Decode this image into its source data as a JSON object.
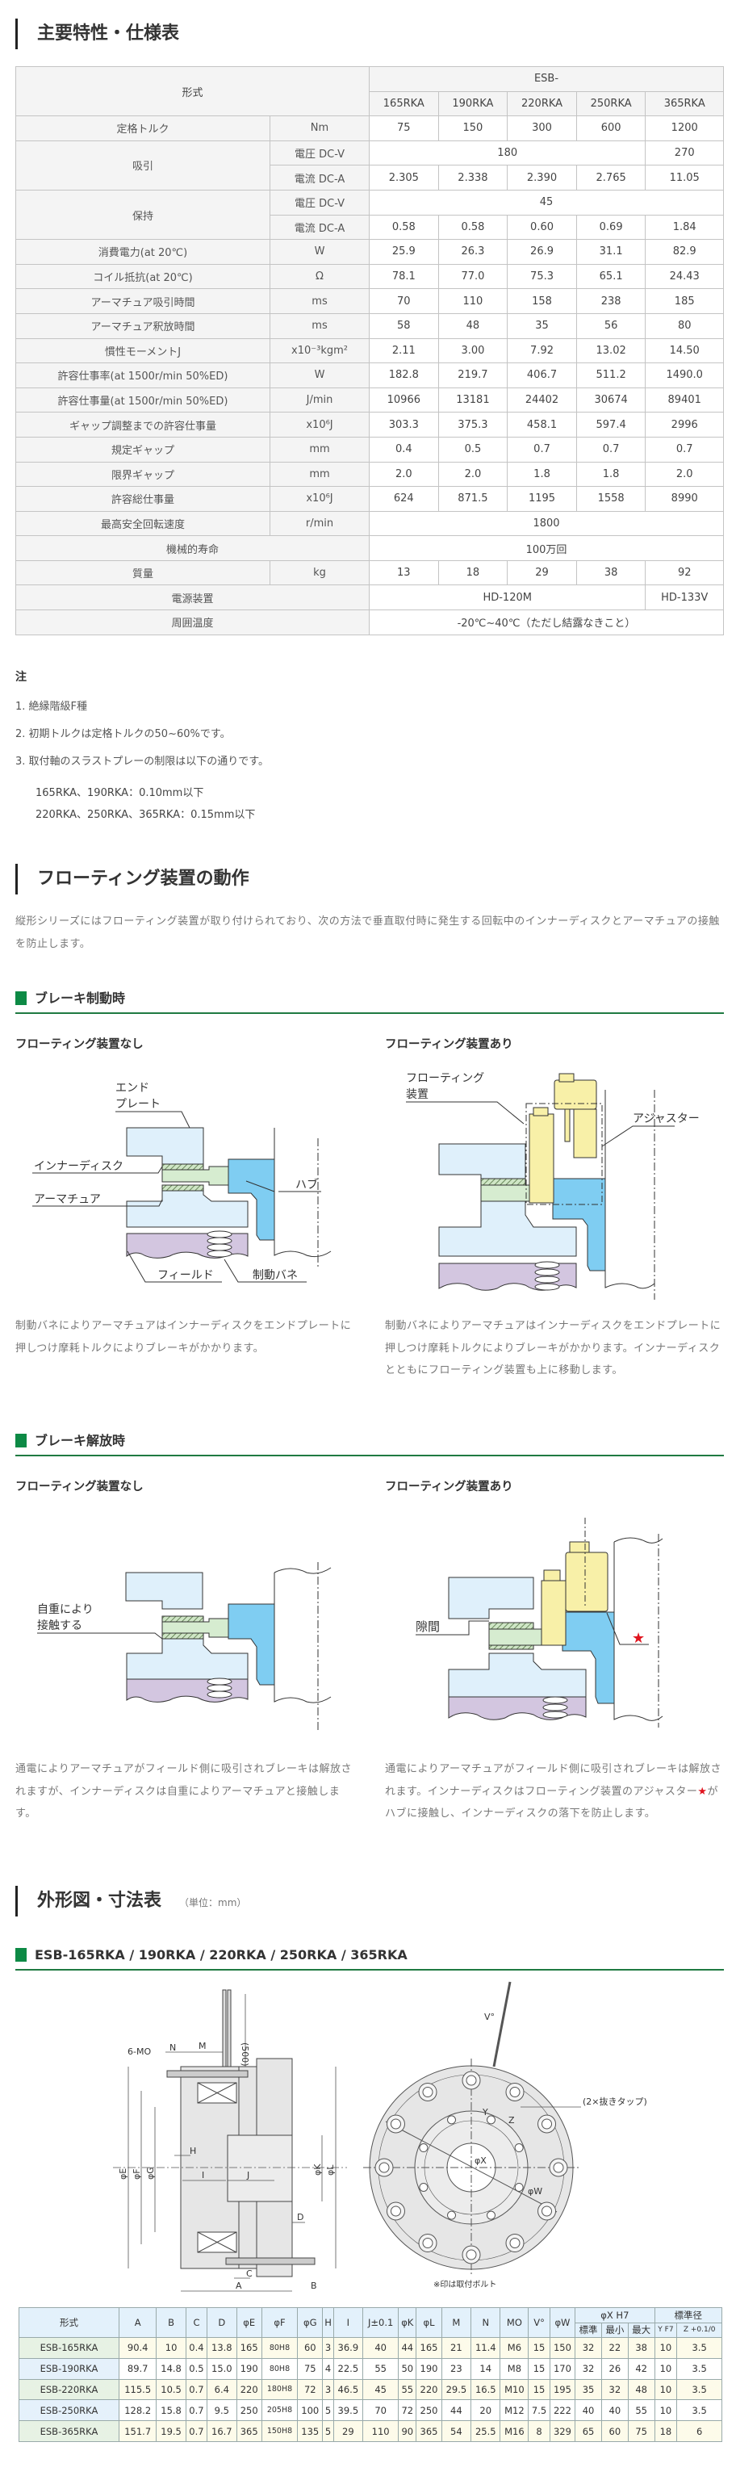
{
  "spec_section": {
    "title": "主要特性・仕様表"
  },
  "spec_table": {
    "model_label": "形式",
    "series": "ESB-",
    "models": [
      "165RKA",
      "190RKA",
      "220RKA",
      "250RKA",
      "365RKA"
    ],
    "rows": [
      {
        "label": "定格トルク",
        "unit": "Nm",
        "values": [
          "75",
          "150",
          "300",
          "600",
          "1200"
        ]
      },
      {
        "label": "吸引",
        "sub": [
          {
            "unit": "電圧 DC-V",
            "values": [
              "180",
              "270"
            ]
          },
          {
            "unit": "電流 DC-A",
            "values": [
              "2.305",
              "2.338",
              "2.390",
              "2.765",
              "11.05"
            ]
          }
        ]
      },
      {
        "label": "保持",
        "sub": [
          {
            "unit": "電圧 DC-V",
            "values": [
              "45"
            ]
          },
          {
            "unit": "電流 DC-A",
            "values": [
              "0.58",
              "0.58",
              "0.60",
              "0.69",
              "1.84"
            ]
          }
        ]
      },
      {
        "label": "消費電力(at 20℃)",
        "unit": "W",
        "values": [
          "25.9",
          "26.3",
          "26.9",
          "31.1",
          "82.9"
        ]
      },
      {
        "label": "コイル抵抗(at 20℃)",
        "unit": "Ω",
        "values": [
          "78.1",
          "77.0",
          "75.3",
          "65.1",
          "24.43"
        ]
      },
      {
        "label": "アーマチュア吸引時間",
        "unit": "ms",
        "values": [
          "70",
          "110",
          "158",
          "238",
          "185"
        ]
      },
      {
        "label": "アーマチュア釈放時間",
        "unit": "ms",
        "values": [
          "58",
          "48",
          "35",
          "56",
          "80"
        ]
      },
      {
        "label": "慣性モーメントJ",
        "unit": "x10⁻³kgm²",
        "values": [
          "2.11",
          "3.00",
          "7.92",
          "13.02",
          "14.50"
        ]
      },
      {
        "label": "許容仕事率(at 1500r/min 50%ED)",
        "unit": "W",
        "values": [
          "182.8",
          "219.7",
          "406.7",
          "511.2",
          "1490.0"
        ]
      },
      {
        "label": "許容仕事量(at 1500r/min 50%ED)",
        "unit": "J/min",
        "values": [
          "10966",
          "13181",
          "24402",
          "30674",
          "89401"
        ]
      },
      {
        "label": "ギャップ調整までの許容仕事量",
        "unit": "x10⁶J",
        "values": [
          "303.3",
          "375.3",
          "458.1",
          "597.4",
          "2996"
        ]
      },
      {
        "label": "規定ギャップ",
        "unit": "mm",
        "values": [
          "0.4",
          "0.5",
          "0.7",
          "0.7",
          "0.7"
        ]
      },
      {
        "label": "限界ギャップ",
        "unit": "mm",
        "values": [
          "2.0",
          "2.0",
          "1.8",
          "1.8",
          "2.0"
        ]
      },
      {
        "label": "許容総仕事量",
        "unit": "x10⁶J",
        "values": [
          "624",
          "871.5",
          "1195",
          "1558",
          "8990"
        ]
      },
      {
        "label": "最高安全回転速度",
        "unit": "r/min",
        "values": [
          "1800"
        ]
      },
      {
        "label": "機械的寿命",
        "values": [
          "100万回"
        ]
      },
      {
        "label": "質量",
        "unit": "kg",
        "values": [
          "13",
          "18",
          "29",
          "38",
          "92"
        ]
      },
      {
        "label": "電源装置",
        "values": [
          "HD-120M",
          "HD-133V"
        ]
      },
      {
        "label": "周囲温度",
        "values": [
          "-20℃~40℃（ただし結露なきこと）"
        ]
      }
    ]
  },
  "notes": {
    "title": "注",
    "items": [
      "1. 絶縁階級F種",
      "2. 初期トルクは定格トルクの50~60%です。",
      "3. 取付軸のスラストプレーの制限は以下の通りです。"
    ],
    "limits": [
      "165RKA、190RKA：0.10mm以下",
      "220RKA、250RKA、365RKA：0.15mm以下"
    ]
  },
  "floating_section": {
    "title": "フローティング装置の動作",
    "intro": "縦形シリーズにはフローティング装置が取り付けられており、次の方法で垂直取付時に発生する回転中のインナーディスクとアーマチュアの接触を防止します。"
  },
  "braking": {
    "title": "ブレーキ制動時",
    "without_title": "フローティング装置なし",
    "with_title": "フローティング装置あり",
    "without_labels": {
      "end_plate_1": "エンド",
      "end_plate_2": "プレート",
      "inner_disk": "インナーディスク",
      "armature": "アーマチュア",
      "hub": "ハブ",
      "field": "フィールド",
      "spring": "制動バネ"
    },
    "with_labels": {
      "floating_1": "フローティング",
      "floating_2": "装置",
      "adjuster": "アジャスター"
    },
    "without_text": "制動バネによりアーマチュアはインナーディスクをエンドプレートに押しつけ摩耗トルクによりブレーキがかかります。",
    "with_text": "制動バネによりアーマチュアはインナーディスクをエンドプレートに押しつけ摩耗トルクによりブレーキがかかります。インナーディスクとともにフローティング装置も上に移動します。"
  },
  "release": {
    "title": "ブレーキ解放時",
    "without_title": "フローティング装置なし",
    "with_title": "フローティング装置あり",
    "without_labels": {
      "contact_1": "自重により",
      "contact_2": "接触する"
    },
    "with_labels": {
      "gap": "隙間",
      "star": "★"
    },
    "without_text": "通電によりアーマチュアがフィールド側に吸引されブレーキは解放されますが、インナーディスクは自重によりアーマチュアと接触します。",
    "with_text_1": "通電によりアーマチュアがフィールド側に吸引されブレーキは解放されます。インナーディスクはフローティング装置のアジャスター",
    "with_text_star": "★",
    "with_text_2": "がハブに接触し、インナーディスクの落下を防止します。",
    "star_color": "#e0141e"
  },
  "outline_section": {
    "title": "外形図・寸法表",
    "unit": "（単位：mm）"
  },
  "outline": {
    "model_title": "ESB-165RKA / 190RKA / 220RKA / 250RKA / 365RKA",
    "labels": {
      "mo": "6-MO",
      "n": "N",
      "m": "M",
      "lead": "(500)",
      "e": "φE",
      "f": "φF",
      "g": "φG",
      "h": "H",
      "i": "I",
      "j": "J",
      "k": "φK",
      "l": "φL",
      "d": "D",
      "c": "C",
      "a": "A",
      "b": "B",
      "v": "V°",
      "y": "Y",
      "z": "Z",
      "tap": "(2×抜きタップ)",
      "x": "φX",
      "w": "φW",
      "bolt_note": "※印は取付ボルト",
      "mark": "※"
    }
  },
  "dim_table": {
    "headers": [
      "形式",
      "A",
      "B",
      "C",
      "D",
      "φE",
      "φF",
      "φG",
      "H",
      "I",
      "J±0.1",
      "φK",
      "φL",
      "M",
      "N",
      "MO",
      "V°",
      "φW"
    ],
    "x_group": "φX H7",
    "x_sub": [
      "標準",
      "最小",
      "最大"
    ],
    "std_group": "標準径",
    "std_sub": [
      "Y F7",
      "Z +0.1/0"
    ],
    "rows": [
      {
        "model": "ESB-165RKA",
        "values": [
          "90.4",
          "10",
          "0.4",
          "13.8",
          "165",
          "80H8",
          "60",
          "3",
          "36.9",
          "40",
          "44",
          "165",
          "21",
          "11.4",
          "M6",
          "15",
          "150",
          "32",
          "22",
          "38",
          "10",
          "3.5"
        ]
      },
      {
        "model": "ESB-190RKA",
        "values": [
          "89.7",
          "14.8",
          "0.5",
          "15.0",
          "190",
          "80H8",
          "75",
          "4",
          "22.5",
          "55",
          "50",
          "190",
          "23",
          "14",
          "M8",
          "15",
          "170",
          "32",
          "26",
          "42",
          "10",
          "3.5"
        ]
      },
      {
        "model": "ESB-220RKA",
        "values": [
          "115.5",
          "10.5",
          "0.7",
          "6.4",
          "220",
          "180H8",
          "72",
          "3",
          "46.5",
          "45",
          "55",
          "220",
          "29.5",
          "16.5",
          "M10",
          "15",
          "195",
          "35",
          "32",
          "48",
          "10",
          "3.5"
        ]
      },
      {
        "model": "ESB-250RKA",
        "values": [
          "128.2",
          "15.8",
          "0.7",
          "9.5",
          "250",
          "205H8",
          "100",
          "5",
          "39.5",
          "70",
          "72",
          "250",
          "44",
          "20",
          "M12",
          "7.5",
          "222",
          "40",
          "40",
          "55",
          "10",
          "3.5"
        ]
      },
      {
        "model": "ESB-365RKA",
        "values": [
          "151.7",
          "19.5",
          "0.7",
          "16.7",
          "365",
          "150H8",
          "135",
          "5",
          "29",
          "110",
          "90",
          "365",
          "54",
          "25.5",
          "M16",
          "8",
          "329",
          "65",
          "60",
          "75",
          "18",
          "6"
        ]
      }
    ]
  }
}
